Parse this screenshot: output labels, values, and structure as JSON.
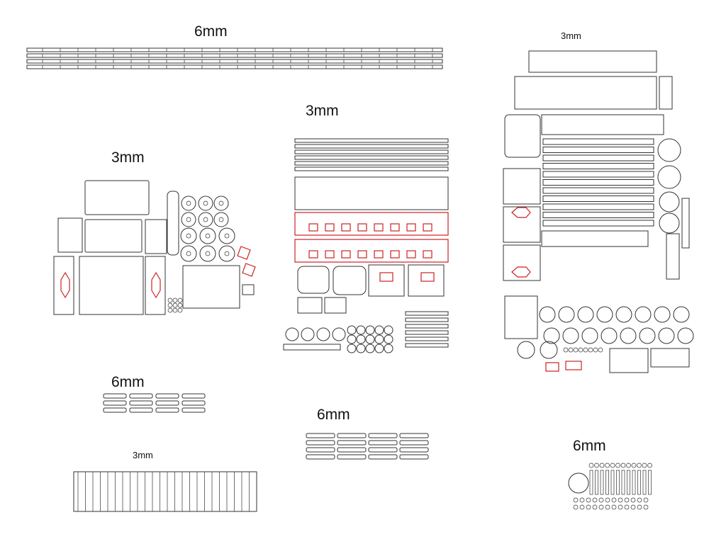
{
  "labels": {
    "top_rails": "6mm",
    "left_group": "3mm",
    "middle_group": "3mm",
    "right_group": "3mm",
    "left_small_6mm": "6mm",
    "left_strip_3mm": "3mm",
    "middle_small_6mm": "6mm",
    "right_small_6mm": "6mm"
  },
  "colors": {
    "cut_line": "#333333",
    "engrave_line": "#cc2222",
    "background": "#ffffff"
  }
}
